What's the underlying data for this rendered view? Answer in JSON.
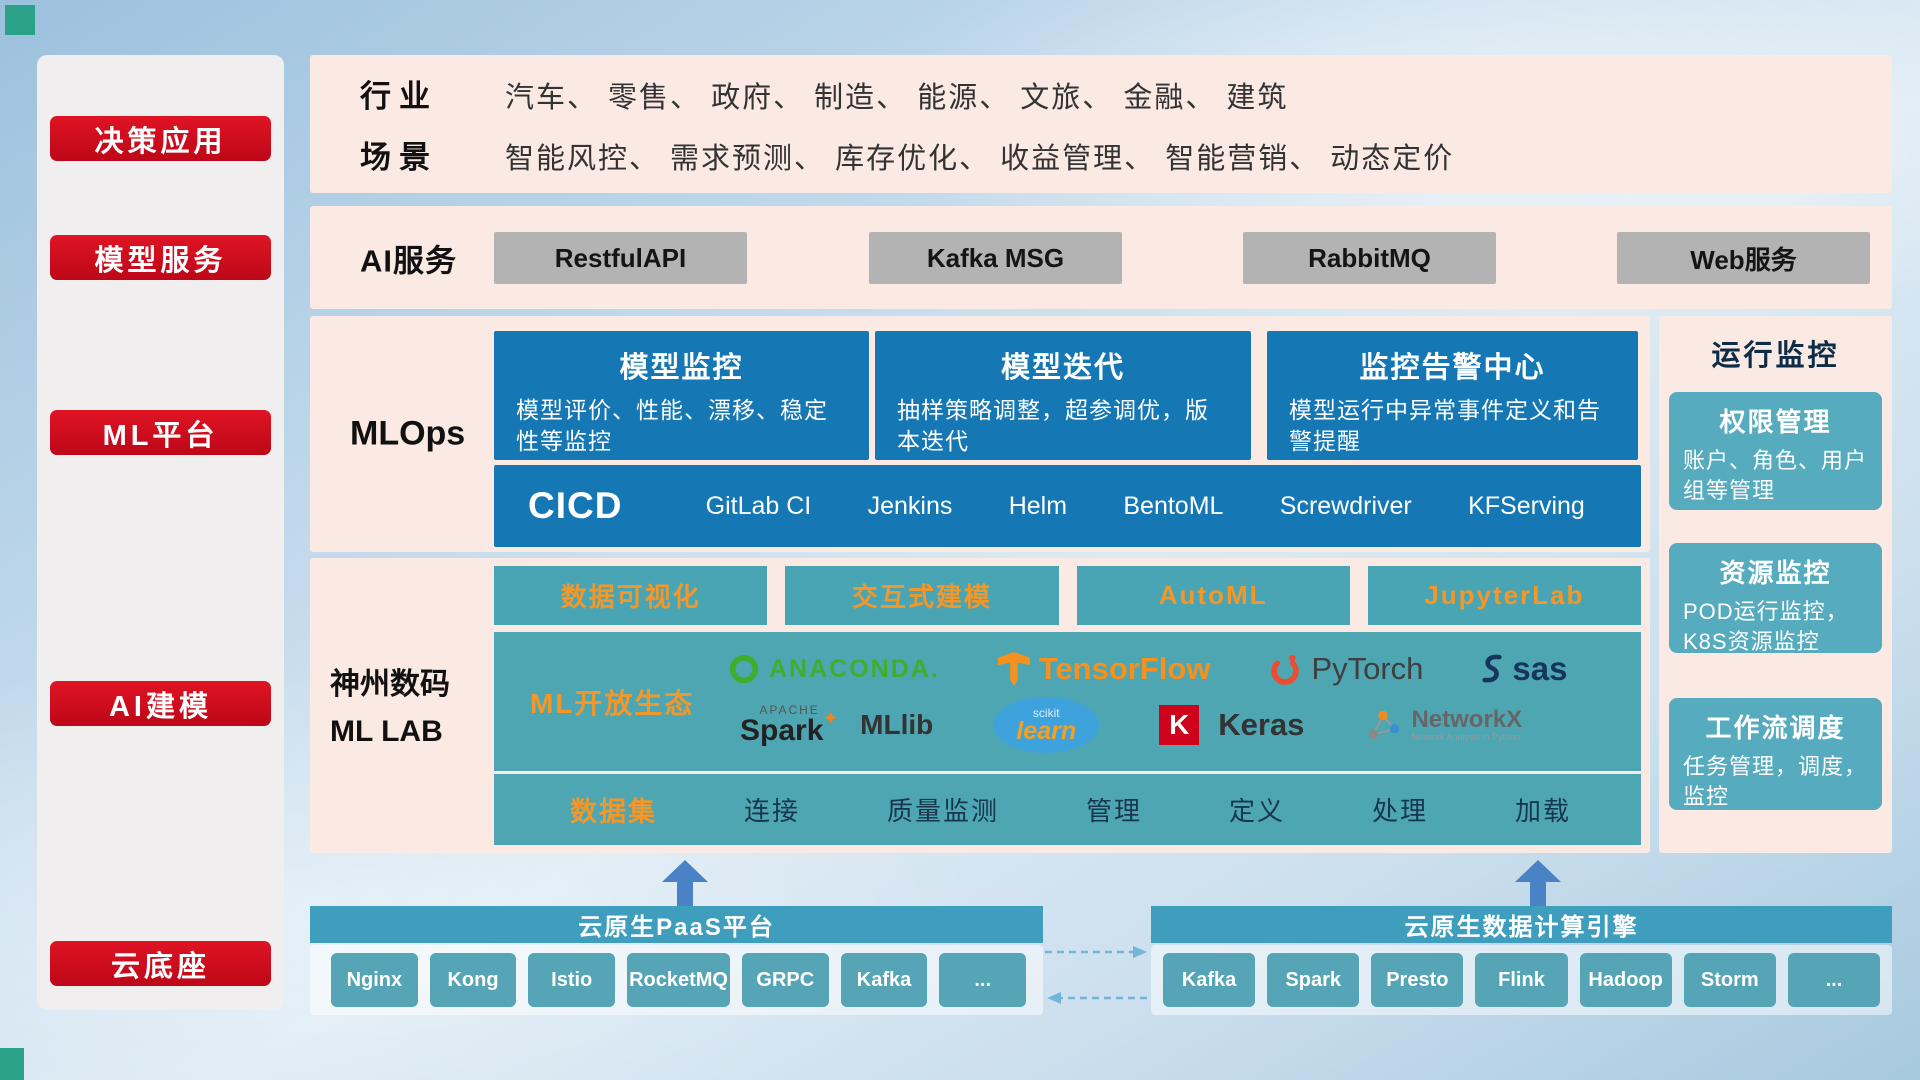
{
  "palette": {
    "red": "#cf1021",
    "pink_panel": "#fbe9e3",
    "blue_card": "#1577b4",
    "teal": "#4ea6b3",
    "teal_bar": "#3f9dbd",
    "orange": "#f2982a"
  },
  "sidebar": {
    "items": [
      {
        "label": "决策应用"
      },
      {
        "label": "模型服务"
      },
      {
        "label": "ML平台"
      },
      {
        "label": "AI建模"
      },
      {
        "label": "云底座"
      }
    ]
  },
  "industry": {
    "row1_label": "行业",
    "row1_value": "汽车、 零售、 政府、 制造、 能源、 文旅、 金融、 建筑",
    "row2_label": "场景",
    "row2_value": "智能风控、 需求预测、 库存优化、 收益管理、 智能营销、 动态定价"
  },
  "ai_service": {
    "label": "AI服务",
    "buttons": [
      {
        "label": "RestfulAPI"
      },
      {
        "label": "Kafka MSG"
      },
      {
        "label": "RabbitMQ"
      },
      {
        "label": "Web服务"
      }
    ]
  },
  "mlops": {
    "label": "MLOps",
    "cards": [
      {
        "title": "模型监控",
        "desc": "模型评价、性能、漂移、稳定性等监控"
      },
      {
        "title": "模型迭代",
        "desc": "抽样策略调整，超参调优，版本迭代"
      },
      {
        "title": "监控告警中心",
        "desc": "模型运行中异常事件定义和告警提醒"
      }
    ],
    "cicd_label": "CICD",
    "cicd_tools": [
      {
        "label": "GitLab CI"
      },
      {
        "label": "Jenkins"
      },
      {
        "label": "Helm"
      },
      {
        "label": "BentoML"
      },
      {
        "label": "Screwdriver"
      },
      {
        "label": "KFServing"
      }
    ]
  },
  "monitoring": {
    "title": "运行监控",
    "cards": [
      {
        "title": "权限管理",
        "desc": "账户、角色、用户组等管理"
      },
      {
        "title": "资源监控",
        "desc": "POD运行监控，K8S资源监控"
      },
      {
        "title": "工作流调度",
        "desc": "任务管理，调度，监控"
      }
    ]
  },
  "mllab": {
    "label_line1": "神州数码",
    "label_line2": "ML LAB",
    "tools": [
      {
        "label": "数据可视化"
      },
      {
        "label": "交互式建模"
      },
      {
        "label": "AutoML"
      },
      {
        "label": "JupyterLab"
      }
    ],
    "eco_label": "ML开放生态",
    "logos": {
      "anaconda": "ANACONDA.",
      "tensorflow": "TensorFlow",
      "pytorch": "PyTorch",
      "sas": "sas",
      "spark_small": "APACHE",
      "spark": "Spark",
      "spark_star": "✦",
      "mllib": "MLlib",
      "sklearn_small": "scikit",
      "sklearn": "learn",
      "keras_k": "K",
      "keras": "Keras",
      "networkx": "NetworkX",
      "networkx_sub": "Network Analysis in Python"
    },
    "dataset_label": "数据集",
    "dataset_items": [
      {
        "label": "连接"
      },
      {
        "label": "质量监测"
      },
      {
        "label": "管理"
      },
      {
        "label": "定义"
      },
      {
        "label": "处理"
      },
      {
        "label": "加载"
      }
    ]
  },
  "cloud": {
    "paas_title": "云原生PaaS平台",
    "paas_items": [
      {
        "label": "Nginx"
      },
      {
        "label": "Kong"
      },
      {
        "label": "Istio"
      },
      {
        "label": "RocketMQ"
      },
      {
        "label": "GRPC"
      },
      {
        "label": "Kafka"
      },
      {
        "label": "..."
      }
    ],
    "engine_title": "云原生数据计算引擎",
    "engine_items": [
      {
        "label": "Kafka"
      },
      {
        "label": "Spark"
      },
      {
        "label": "Presto"
      },
      {
        "label": "Flink"
      },
      {
        "label": "Hadoop"
      },
      {
        "label": "Storm"
      },
      {
        "label": "..."
      }
    ]
  }
}
